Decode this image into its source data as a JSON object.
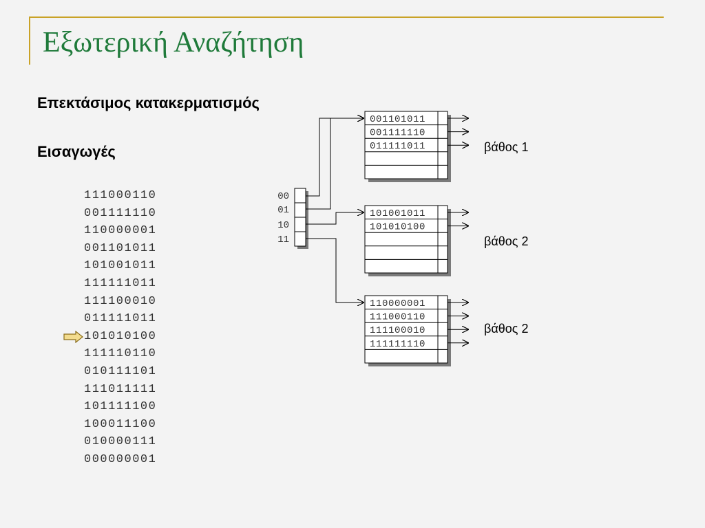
{
  "slide": {
    "title": "Εξωτερική Αναζήτηση",
    "subtitle": "Επεκτάσιμος κατακερματισμός",
    "inserts_heading": "Εισαγωγές"
  },
  "insert_keys": [
    "111000110",
    "001111110",
    "110000001",
    "001101011",
    "101001011",
    "111111011",
    "111100010",
    "011111011",
    "101010100",
    "111110110",
    "010111101",
    "111011111",
    "101111100",
    "100011100",
    "010000111",
    "000000001"
  ],
  "current_insert_index": 8,
  "directory": {
    "entries": [
      "00",
      "01",
      "10",
      "11"
    ]
  },
  "buckets": [
    {
      "depth_label": "βάθος 1",
      "records": [
        "001101011",
        "001111110",
        "011111011",
        "",
        ""
      ]
    },
    {
      "depth_label": "βάθος 2",
      "records": [
        "101001011",
        "101010100",
        "",
        "",
        ""
      ]
    },
    {
      "depth_label": "βάθος 2",
      "records": [
        "110000001",
        "111000110",
        "111100010",
        "111111110",
        ""
      ]
    }
  ],
  "colors": {
    "title": "#1f7a3a",
    "frame": "#c9a227",
    "arrow_fill": "#f3dc8e",
    "arrow_stroke": "#8a6d1a"
  }
}
